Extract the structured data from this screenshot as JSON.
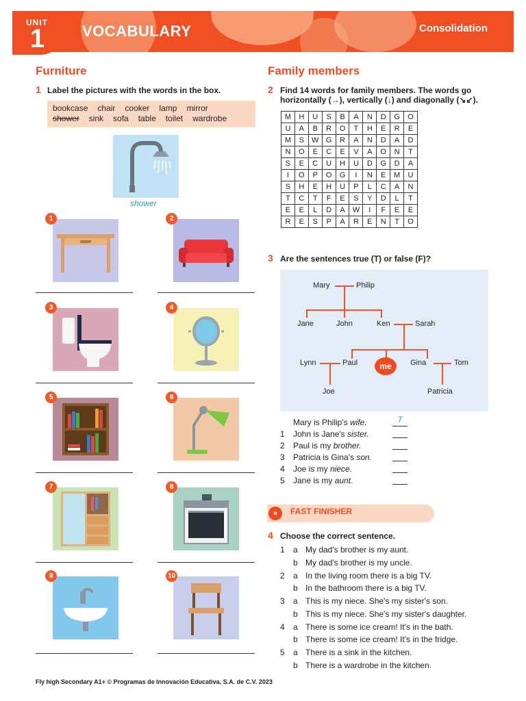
{
  "header": {
    "unit_word": "UNIT",
    "unit_number": "1",
    "title": "VOCABULARY",
    "badge": "Consolidation"
  },
  "furniture": {
    "title": "Furniture",
    "ex_number": "1",
    "instruction": "Label the pictures with the words in the box.",
    "words_row1": [
      "bookcase",
      "chair",
      "cooker",
      "lamp",
      "mirror"
    ],
    "words_row2": [
      "shower",
      "sink",
      "sofa",
      "table",
      "toilet",
      "wardrobe"
    ],
    "example_caption": "shower",
    "pictures": [
      {
        "num": "1",
        "icon": "table-icon"
      },
      {
        "num": "2",
        "icon": "sofa-icon"
      },
      {
        "num": "3",
        "icon": "toilet-icon"
      },
      {
        "num": "4",
        "icon": "mirror-icon"
      },
      {
        "num": "5",
        "icon": "bookcase-icon"
      },
      {
        "num": "6",
        "icon": "lamp-icon"
      },
      {
        "num": "7",
        "icon": "wardrobe-icon"
      },
      {
        "num": "8",
        "icon": "cooker-icon"
      },
      {
        "num": "9",
        "icon": "sink-icon"
      },
      {
        "num": "10",
        "icon": "chair-icon"
      }
    ]
  },
  "family": {
    "title": "Family members",
    "ex2_number": "2",
    "ex2_line1": "Find 14 words for family members. The words go",
    "ex2_line2": "horizontally (→), vertically (↓) and diagonally (↘↙).",
    "grid": [
      [
        "M",
        "H",
        "U",
        "S",
        "B",
        "A",
        "N",
        "D",
        "G",
        "O"
      ],
      [
        "U",
        "A",
        "B",
        "R",
        "O",
        "T",
        "H",
        "E",
        "R",
        "E"
      ],
      [
        "M",
        "S",
        "W",
        "G",
        "R",
        "A",
        "N",
        "D",
        "A",
        "D"
      ],
      [
        "N",
        "O",
        "E",
        "C",
        "E",
        "V",
        "A",
        "O",
        "N",
        "T"
      ],
      [
        "S",
        "E",
        "C",
        "U",
        "H",
        "U",
        "D",
        "G",
        "D",
        "A"
      ],
      [
        "I",
        "O",
        "P",
        "O",
        "G",
        "I",
        "N",
        "E",
        "M",
        "U"
      ],
      [
        "S",
        "H",
        "E",
        "H",
        "U",
        "P",
        "L",
        "C",
        "A",
        "N"
      ],
      [
        "T",
        "C",
        "T",
        "F",
        "E",
        "S",
        "Y",
        "D",
        "L",
        "T"
      ],
      [
        "E",
        "E",
        "L",
        "D",
        "A",
        "W",
        "I",
        "F",
        "E",
        "E"
      ],
      [
        "R",
        "E",
        "S",
        "P",
        "A",
        "R",
        "E",
        "N",
        "T",
        "O"
      ]
    ],
    "ex3_number": "3",
    "ex3_text": "Are the sentences true (T) or false (F)?",
    "tree": {
      "mary": "Mary",
      "philip": "Philip",
      "jane": "Jane",
      "john": "John",
      "ken": "Ken",
      "sarah": "Sarah",
      "lynn": "Lynn",
      "paul": "Paul",
      "me": "me",
      "gina": "Gina",
      "tom": "Tom",
      "joe": "Joe",
      "patricia": "Patricia"
    },
    "statements": [
      {
        "num": "",
        "a": "Mary is Philip's ",
        "b": "wife.",
        "answer": "T"
      },
      {
        "num": "1",
        "a": "John is Jane's ",
        "b": "sister.",
        "answer": ""
      },
      {
        "num": "2",
        "a": "Paul is my ",
        "b": "brother.",
        "answer": ""
      },
      {
        "num": "3",
        "a": "Patricia is Gina's ",
        "b": "son.",
        "answer": ""
      },
      {
        "num": "4",
        "a": "Joe is my ",
        "b": "niece.",
        "answer": ""
      },
      {
        "num": "5",
        "a": "Jane is my ",
        "b": "aunt.",
        "answer": ""
      }
    ]
  },
  "fast_finisher": {
    "label": "FAST FINISHER",
    "ex4_number": "4",
    "ex4_text": "Choose the correct sentence.",
    "items": [
      {
        "num": "1",
        "a": "My dad's brother is my aunt.",
        "b": "My dad's brother is my uncle."
      },
      {
        "num": "2",
        "a": "In the living room there is a big TV.",
        "b": "In the bathroom there is a big TV."
      },
      {
        "num": "3",
        "a": "This is my niece. She's my sister's son.",
        "b": "This is my niece. She's my sister's daughter."
      },
      {
        "num": "4",
        "a": "There is some ice cream! It's in the bath.",
        "b": "There is some ice cream! It's in the fridge."
      },
      {
        "num": "5",
        "a": "There is a sink in the kitchen.",
        "b": "There is a wardrobe in the kitchen."
      }
    ]
  },
  "footer": "Fly high Secondary A1+ © Programas de Innovación Educativa, S.A. de C.V. 2023"
}
